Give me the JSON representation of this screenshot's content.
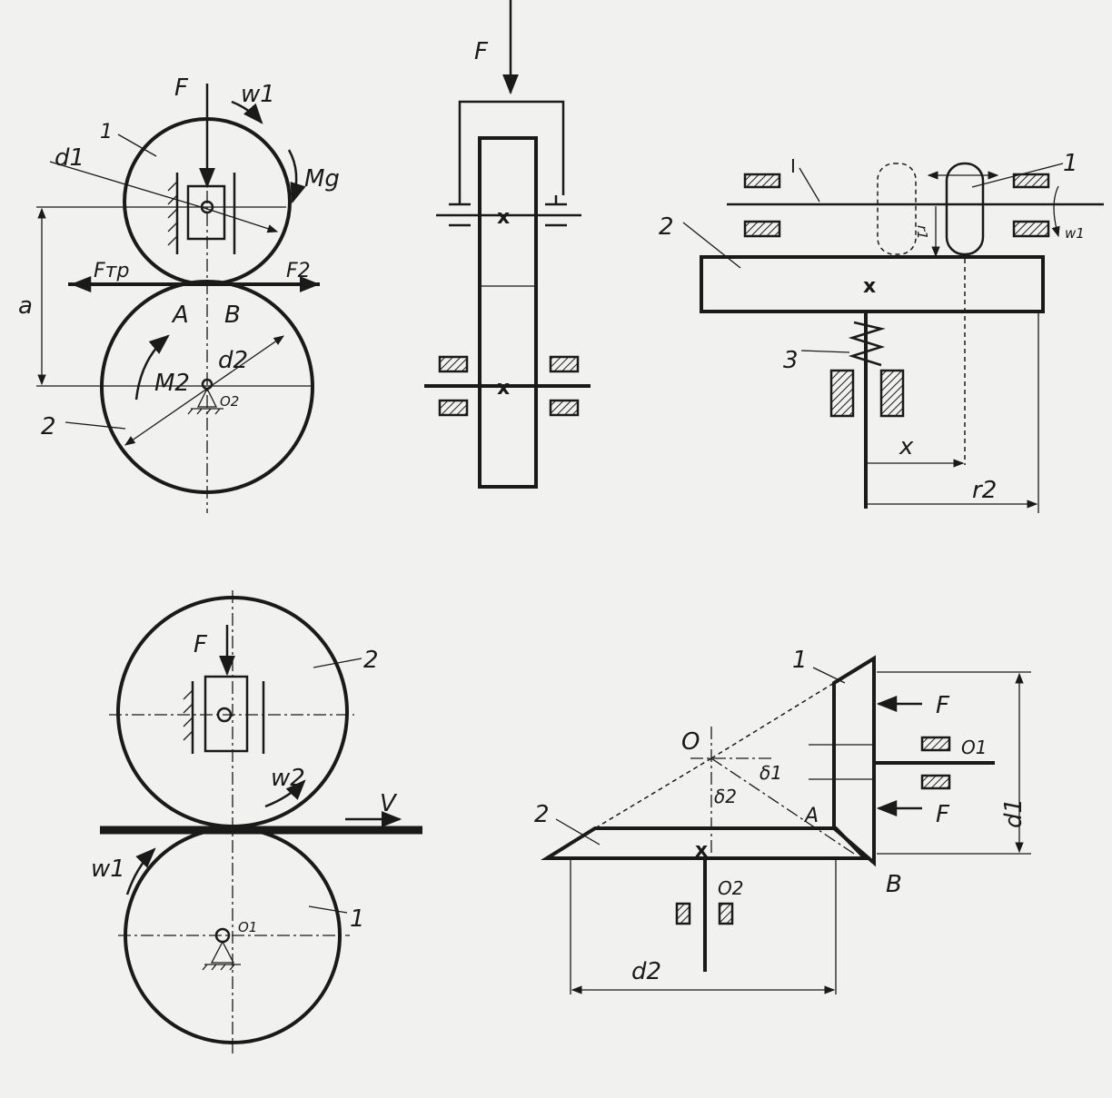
{
  "figure_a": {
    "force": "F",
    "omega1": "w1",
    "disk1": "1",
    "disk2": "2",
    "d1": "d1",
    "d2": "d2",
    "moment_drive": "Mg",
    "center_distance": "a",
    "friction_force": "Fтр",
    "force2": "F2",
    "point_a": "A",
    "point_b": "B",
    "moment2": "M2",
    "center2": "O2"
  },
  "figure_b": {
    "force": "F",
    "mark1": "x",
    "mark2": "x"
  },
  "figure_c": {
    "shaft": "I",
    "roller": "1",
    "disk": "2",
    "spring": "3",
    "r1": "r1",
    "omega1": "w1",
    "mark": "x",
    "x_dim": "x",
    "r2": "r2"
  },
  "figure_d": {
    "force": "F",
    "roller2": "2",
    "roller1": "1",
    "omega2": "w2",
    "omega1": "w1",
    "velocity": "V",
    "center1": "O1"
  },
  "figure_e": {
    "cone1": "1",
    "cone2": "2",
    "apex": "O",
    "delta1": "δ1",
    "delta2": "δ2",
    "point_a": "A",
    "point_b": "B",
    "force_top": "F",
    "force_bottom": "F",
    "shaft1": "O1",
    "shaft2": "O2",
    "d1": "d1",
    "d2": "d2",
    "mark": "x"
  }
}
